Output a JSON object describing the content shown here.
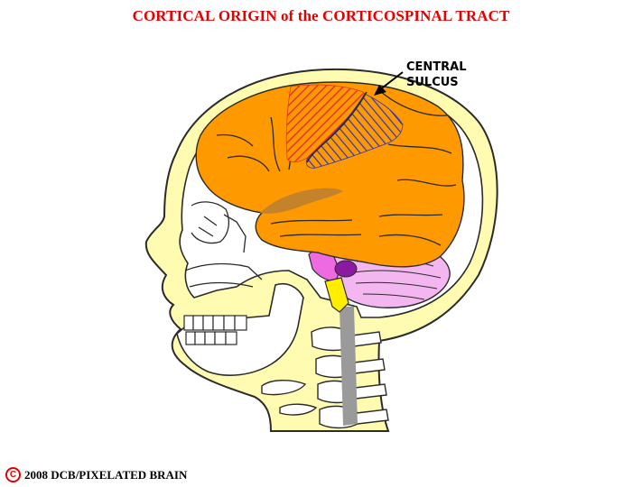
{
  "title": "CORTICAL ORIGIN of the CORTICOSPINAL TRACT",
  "callout": {
    "line1": "CENTRAL",
    "line2": "SULCUS"
  },
  "footer": {
    "icon_glyph": "C",
    "text": "2008  DCB/PIXELATED BRAIN"
  },
  "colors": {
    "title": "#e60000",
    "skin": "#fffbb0",
    "skin_outline": "#2b2b2b",
    "brain": "#ff9900",
    "sulcus_fill": "#c4822a",
    "motor_hatch": "#e63322",
    "sensory_hatch": "#2a35c8",
    "cerebellum": "#f4b6f0",
    "brainstem_pink": "#ee6ae0",
    "medulla_yellow": "#ffee00",
    "spinal_cord": "#9a9a9a",
    "nucleus_purple": "#8c1aa0"
  }
}
